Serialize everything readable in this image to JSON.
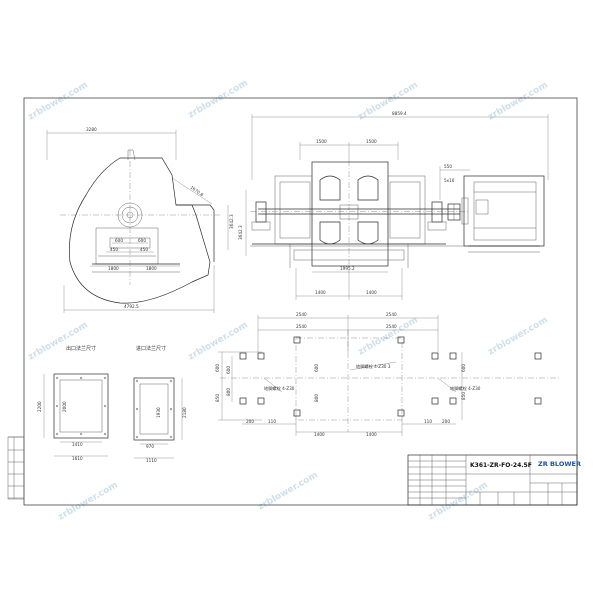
{
  "drawing": {
    "model_code": "K361-ZR-FO-24.5F",
    "brand": "ZR BLOWER",
    "watermark": "zrblower.com",
    "labels": {
      "outlet_flange": "出口法兰尺寸",
      "inlet_flange": "进口法兰尺寸"
    },
    "dimensions": {
      "side_width": "3280",
      "side_height": "3642.3",
      "side_total": "4792.5",
      "side_mid": "1670.8",
      "side_half_left": "1800",
      "side_half_right": "1800",
      "side_small_left": "600",
      "side_small_right": "600",
      "side_center_left": "450",
      "side_center_right": "450",
      "front_total": "8859.4",
      "front_left": "1500",
      "front_right": "1500",
      "front_coupling": "550",
      "front_key": "5x10",
      "front_mid": "1995.2",
      "front_base_left": "1400",
      "front_base_right": "1400",
      "plan_left": "2540",
      "plan_right": "2540",
      "plan_left_top": "2540",
      "plan_right_top": "2540",
      "plan_bottom_left": "1400",
      "plan_bottom_right": "1400",
      "plan_side_a": "600",
      "plan_side_b": "600",
      "plan_side_c": "850",
      "plan_side_d": "800",
      "plan_small_a": "110",
      "plan_small_b": "110",
      "plan_small_c": "200",
      "plan_small_d": "200",
      "flange_out_w": "1610",
      "flange_out_w_inner": "1410",
      "flange_out_h": "2200",
      "flange_out_h_inner": "2000",
      "flange_in_w": "1110",
      "flange_in_w_inner": "970",
      "flange_in_h": "2180",
      "flange_in_h_inner": "1930"
    },
    "notes": {
      "center_note": "地脚螺栓 4-Z30 3",
      "bolt_note_left": "地脚螺栓 4-Z30",
      "bolt_note_right": "地脚螺栓 4-Z30"
    }
  }
}
